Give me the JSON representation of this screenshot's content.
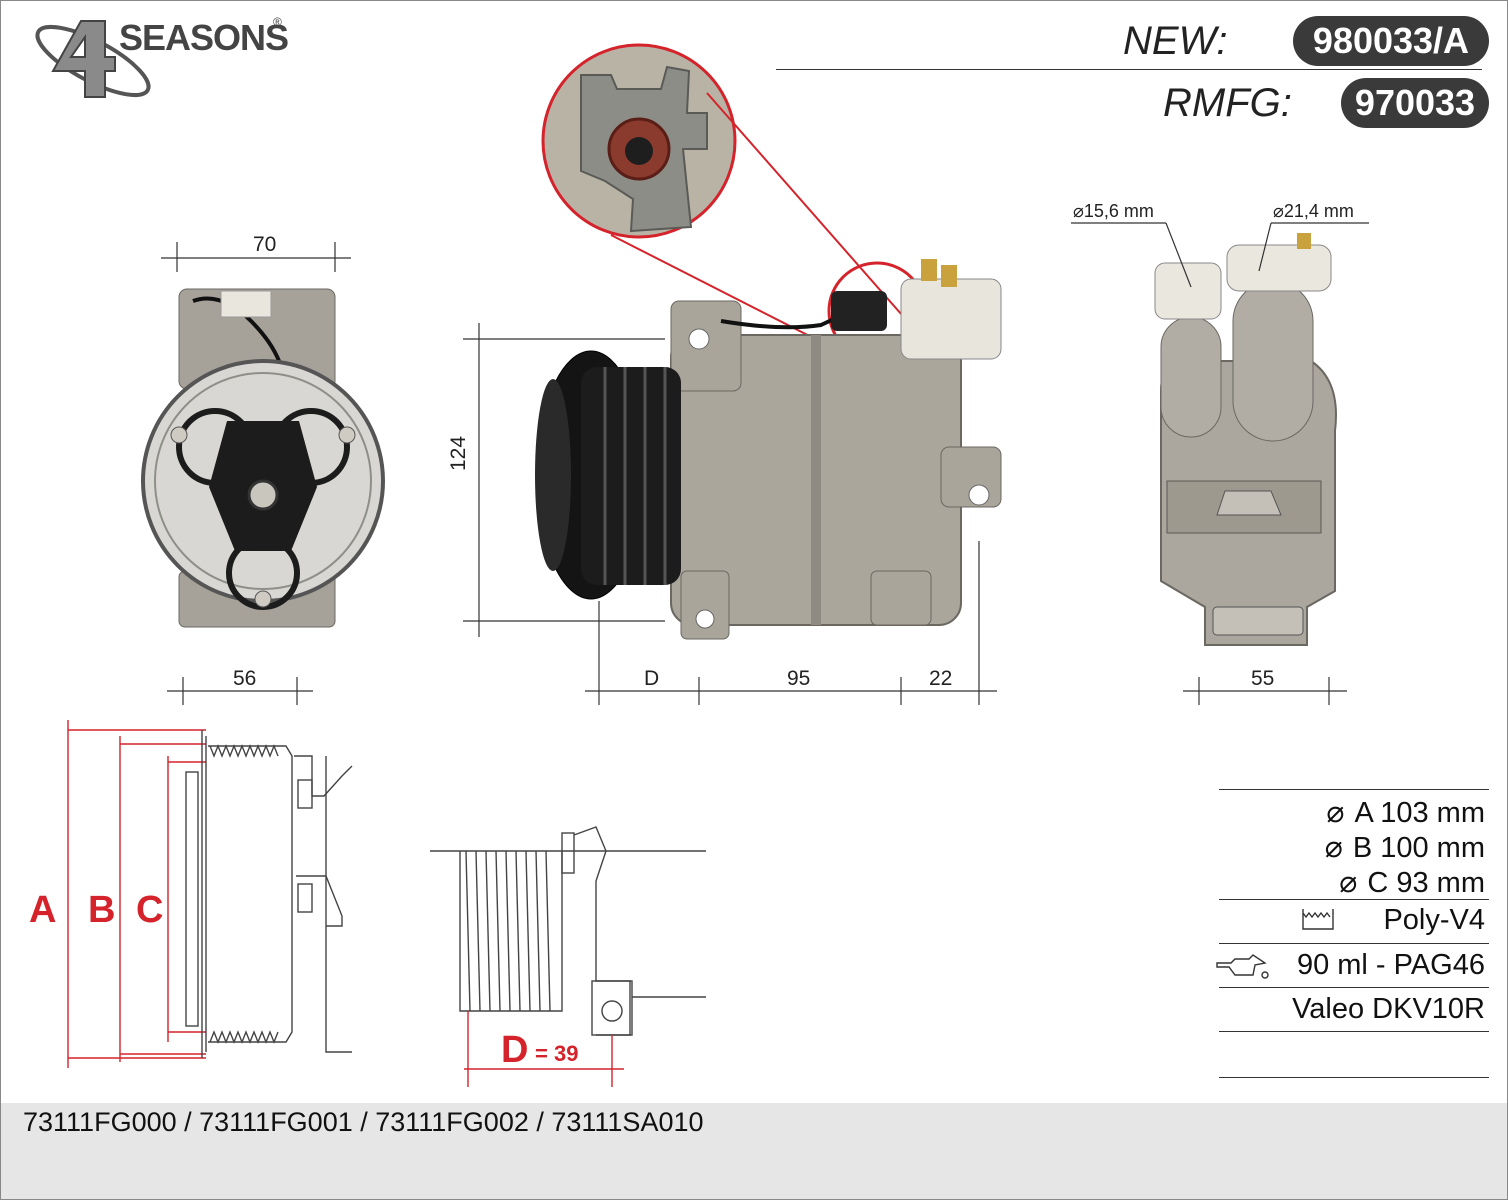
{
  "brand": {
    "name": "SEASONS",
    "logo_numeral": "4",
    "trademark": "®"
  },
  "header": {
    "new_label": "NEW:",
    "new_code": "980033/A",
    "rmfg_label": "RMFG:",
    "rmfg_code": "970033"
  },
  "dimensions": {
    "front_width_top": "70",
    "front_width_bottom": "56",
    "side_height": "124",
    "side_d": "D",
    "side_length": "95",
    "side_offset": "22",
    "rear_width": "55",
    "port_small": "⌀15,6 mm",
    "port_large": "⌀21,4 mm"
  },
  "pulley_diagram": {
    "label_a": "A",
    "label_b": "B",
    "label_c": "C",
    "label_d": "D",
    "d_value": "= 39"
  },
  "specs": {
    "a": "A 103 mm",
    "b": "B 100 mm",
    "c": "C 93 mm",
    "belt": "Poly-V4",
    "oil": "90 ml - PAG46",
    "model": "Valeo DKV10R"
  },
  "oem_numbers": "73111FG000 / 73111FG001 / 73111FG002 / 73111SA010",
  "colors": {
    "accent_red": "#d4232b",
    "pill_dark": "#3a3a3a",
    "footer_gray": "#e6e6e6"
  }
}
